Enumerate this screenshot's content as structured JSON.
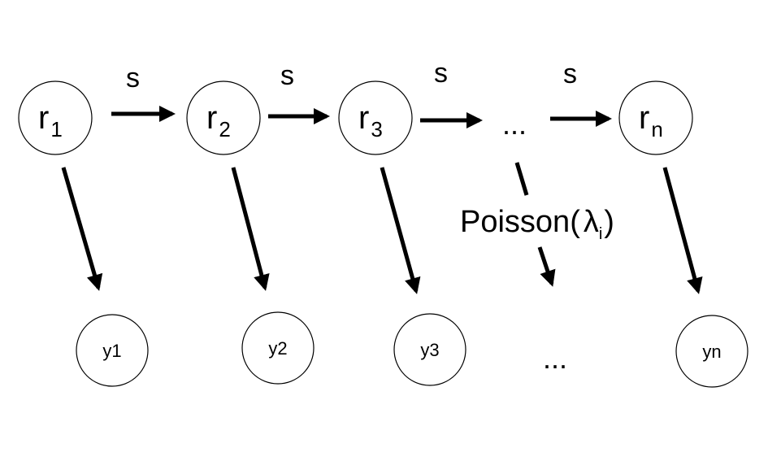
{
  "diagram": {
    "hidden_nodes": [
      {
        "base": "r",
        "sub": "1"
      },
      {
        "base": "r",
        "sub": "2"
      },
      {
        "base": "r",
        "sub": "3"
      },
      {
        "base": "...",
        "sub": ""
      },
      {
        "base": "r",
        "sub": "n"
      }
    ],
    "observed_nodes": [
      "y1",
      "y2",
      "y3",
      "...",
      "yn"
    ],
    "transition_labels": [
      "s",
      "s",
      "s",
      "s"
    ],
    "emission_label": {
      "text": "Poisson(",
      "symbol": "λ",
      "sub": "i",
      "close": ")"
    }
  }
}
